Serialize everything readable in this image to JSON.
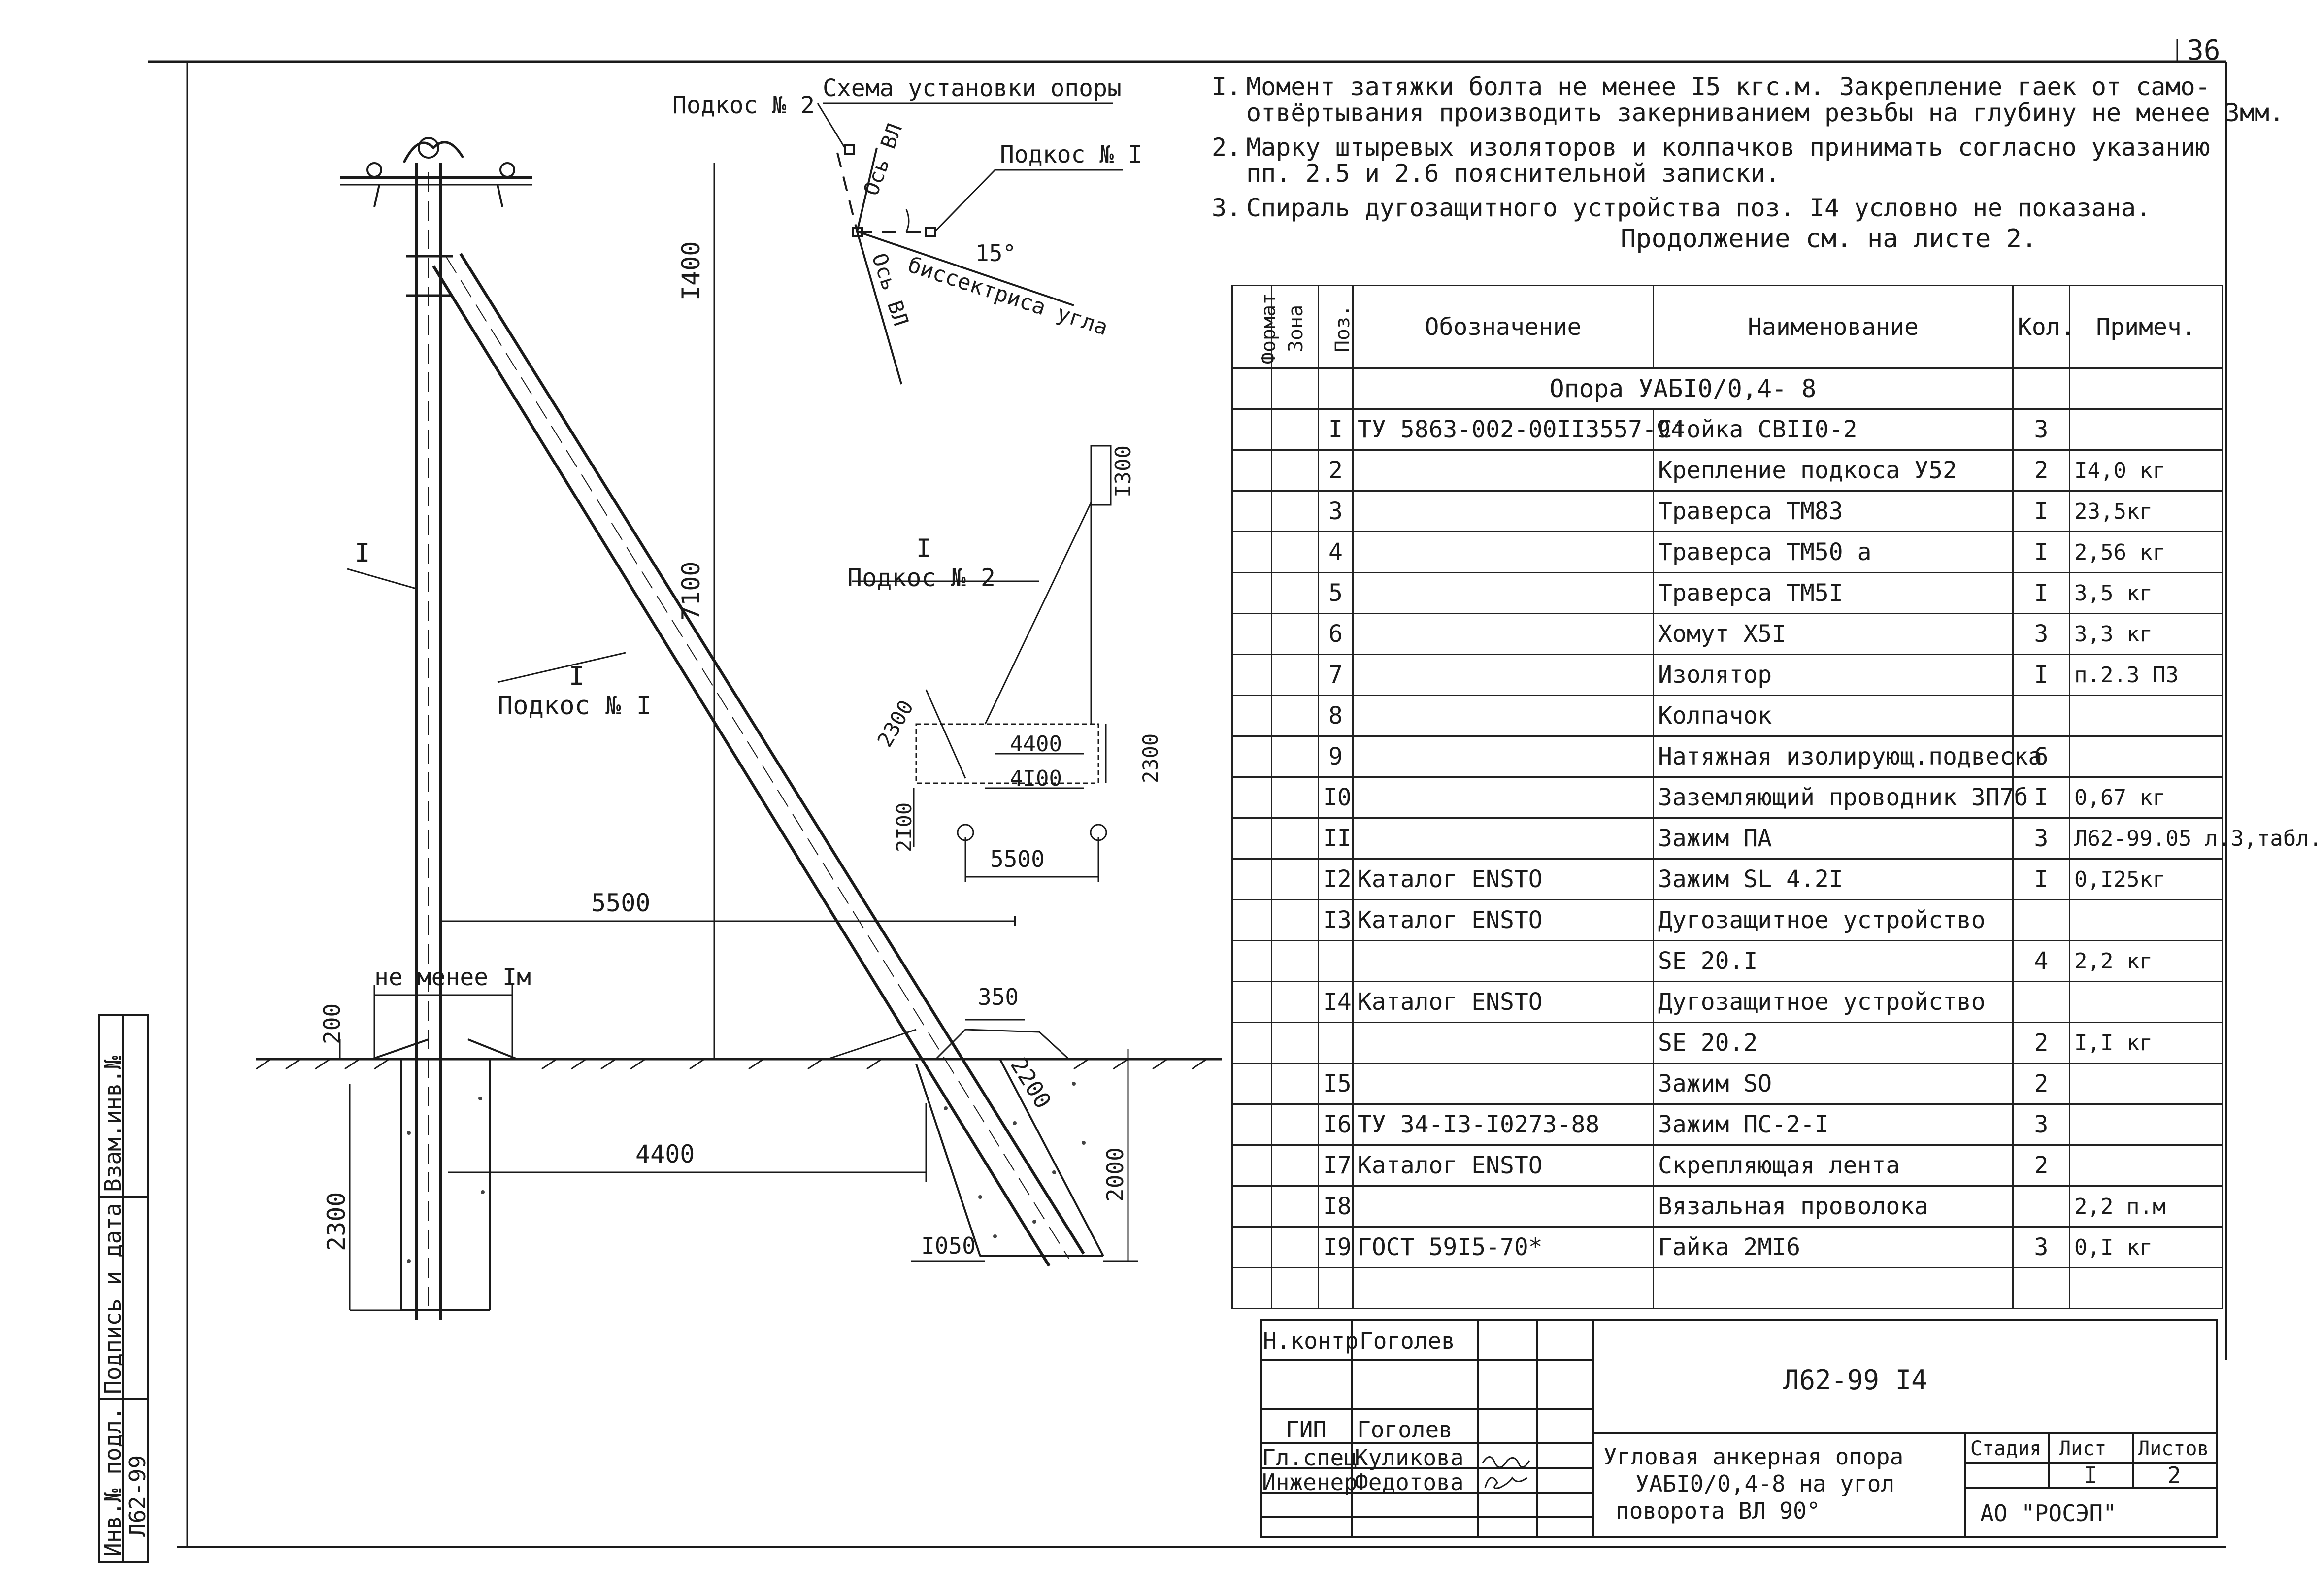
{
  "sheet_number": "36",
  "scheme": {
    "title": "Схема установки опоры",
    "brace2": "Подкос № 2",
    "brace1": "Подкос № I",
    "axis_vl_top": "Ось ВЛ",
    "axis_vl_bottom": "Ось ВЛ",
    "angle": "15°",
    "bisector": "биссектриса угла"
  },
  "main_drawing": {
    "pole_label": "I",
    "brace1_label": "I",
    "brace1_name": "Подкос № I",
    "dim_1400": "I400",
    "dim_7100": "7100",
    "dim_5500": "5500",
    "dim_min": "не менее Iм",
    "dim_200": "200",
    "dim_350": "350",
    "dim_2200": "2200",
    "dim_4400": "4400",
    "dim_2000": "2000",
    "dim_2300": "2300",
    "dim_1050": "I050"
  },
  "detail": {
    "label": "I",
    "name": "Подкос № 2",
    "dim_1300": "I300",
    "dim_2300a": "2300",
    "dim_4400": "4400",
    "dim_4100": "4I00",
    "dim_2300b": "2300",
    "dim_2100": "2I00",
    "dim_5500": "5500"
  },
  "notes": [
    {
      "num": "I.",
      "text": "Момент затяжки болта не менее I5 кгс.м. Закрепление гаек от само-\nотвёртывания производить закерниванием резьбы на глубину не менее 3мм."
    },
    {
      "num": "2.",
      "text": "Марку штыревых изоляторов и колпачков принимать согласно указанию\nпп. 2.5 и 2.6 пояснительной записки."
    },
    {
      "num": "3.",
      "text": "Спираль дугозащитного устройства поз. I4 условно не показана."
    }
  ],
  "continuation": "Продолжение см. на листе 2.",
  "table": {
    "headers": {
      "format": "Формат",
      "zone": "Зона",
      "pos": "Поз.",
      "designation": "Обозначение",
      "name": "Наименование",
      "qty": "Кол.",
      "note": "Примеч."
    },
    "group_title": "Опора УАБI0/0,4- 8",
    "rows": [
      {
        "pos": "I",
        "designation": "ТУ 5863-002-00II3557-94",
        "name": "Стойка СВII0-2",
        "qty": "3",
        "note": ""
      },
      {
        "pos": "2",
        "designation": "",
        "name": "Крепление подкоса У52",
        "qty": "2",
        "note": "I4,0 кг"
      },
      {
        "pos": "3",
        "designation": "",
        "name": "Траверса ТМ83",
        "qty": "I",
        "note": "23,5кг"
      },
      {
        "pos": "4",
        "designation": "",
        "name": "Траверса ТМ50 а",
        "qty": "I",
        "note": "2,56 кг"
      },
      {
        "pos": "5",
        "designation": "",
        "name": "Траверса ТМ5I",
        "qty": "I",
        "note": "3,5 кг"
      },
      {
        "pos": "6",
        "designation": "",
        "name": "Хомут Х5I",
        "qty": "3",
        "note": "3,3 кг"
      },
      {
        "pos": "7",
        "designation": "",
        "name": "Изолятор",
        "qty": "I",
        "note": "п.2.3 ПЗ"
      },
      {
        "pos": "8",
        "designation": "",
        "name": "Колпачок",
        "qty": "",
        "note": ""
      },
      {
        "pos": "9",
        "designation": "",
        "name": "Натяжная изолирующ.подвеска",
        "qty": "6",
        "note": ""
      },
      {
        "pos": "I0",
        "designation": "",
        "name": "Заземляющий проводник ЗП7б",
        "qty": "I",
        "note": "0,67 кг"
      },
      {
        "pos": "II",
        "designation": "",
        "name": "Зажим ПА",
        "qty": "3",
        "note": "Л62-99.05 л.3,табл."
      },
      {
        "pos": "I2",
        "designation": "Каталог ENSTO",
        "name": "Зажим SL 4.2I",
        "qty": "I",
        "note": "0,I25кг"
      },
      {
        "pos": "I3",
        "designation": "Каталог ENSTO",
        "name": "Дугозащитное устройство",
        "qty": "",
        "note": ""
      },
      {
        "pos": "",
        "designation": "",
        "name": "SE 20.I",
        "qty": "4",
        "note": "2,2 кг"
      },
      {
        "pos": "I4",
        "designation": "Каталог ENSTO",
        "name": "Дугозащитное устройство",
        "qty": "",
        "note": ""
      },
      {
        "pos": "",
        "designation": "",
        "name": "SE 20.2",
        "qty": "2",
        "note": "I,I кг"
      },
      {
        "pos": "I5",
        "designation": "",
        "name": "Зажим SO",
        "qty": "2",
        "note": ""
      },
      {
        "pos": "I6",
        "designation": "ТУ 34-I3-I0273-88",
        "name": "Зажим ПС-2-I",
        "qty": "3",
        "note": ""
      },
      {
        "pos": "I7",
        "designation": "Каталог ENSTO",
        "name": "Скрепляющая лента",
        "qty": "2",
        "note": ""
      },
      {
        "pos": "I8",
        "designation": "",
        "name": "Вязальная проволока",
        "qty": "",
        "note": "2,2 п.м"
      },
      {
        "pos": "I9",
        "designation": "ГОСТ 59I5-70*",
        "name": "Гайка 2МI6",
        "qty": "3",
        "note": "0,I кг"
      },
      {
        "pos": "",
        "designation": "",
        "name": "",
        "qty": "",
        "note": ""
      }
    ]
  },
  "title_block": {
    "code": "Л62-99 I4",
    "role1": "Н.контр",
    "name1": "Гоголев",
    "role2": "ГИП",
    "name2": "Гоголев",
    "role3": "Гл.спец",
    "name3": "Куликова",
    "role4": "Инженер",
    "name4": "Федотова",
    "title_line1": "Угловая анкерная опора",
    "title_line2": "УАБI0/0,4-8 на угол",
    "title_line3": "поворота ВЛ 90°",
    "stage_label": "Стадия",
    "sheet_label": "Лист",
    "sheets_label": "Листов",
    "sheet": "I",
    "sheets": "2",
    "org": "АО \"РОСЭП\""
  },
  "side_stamp": {
    "inv_label": "Инв.№ подл.",
    "sign_label": "Подпись и дата",
    "replace_label": "Взам.инв.№",
    "inv_value": "Л62-99"
  }
}
